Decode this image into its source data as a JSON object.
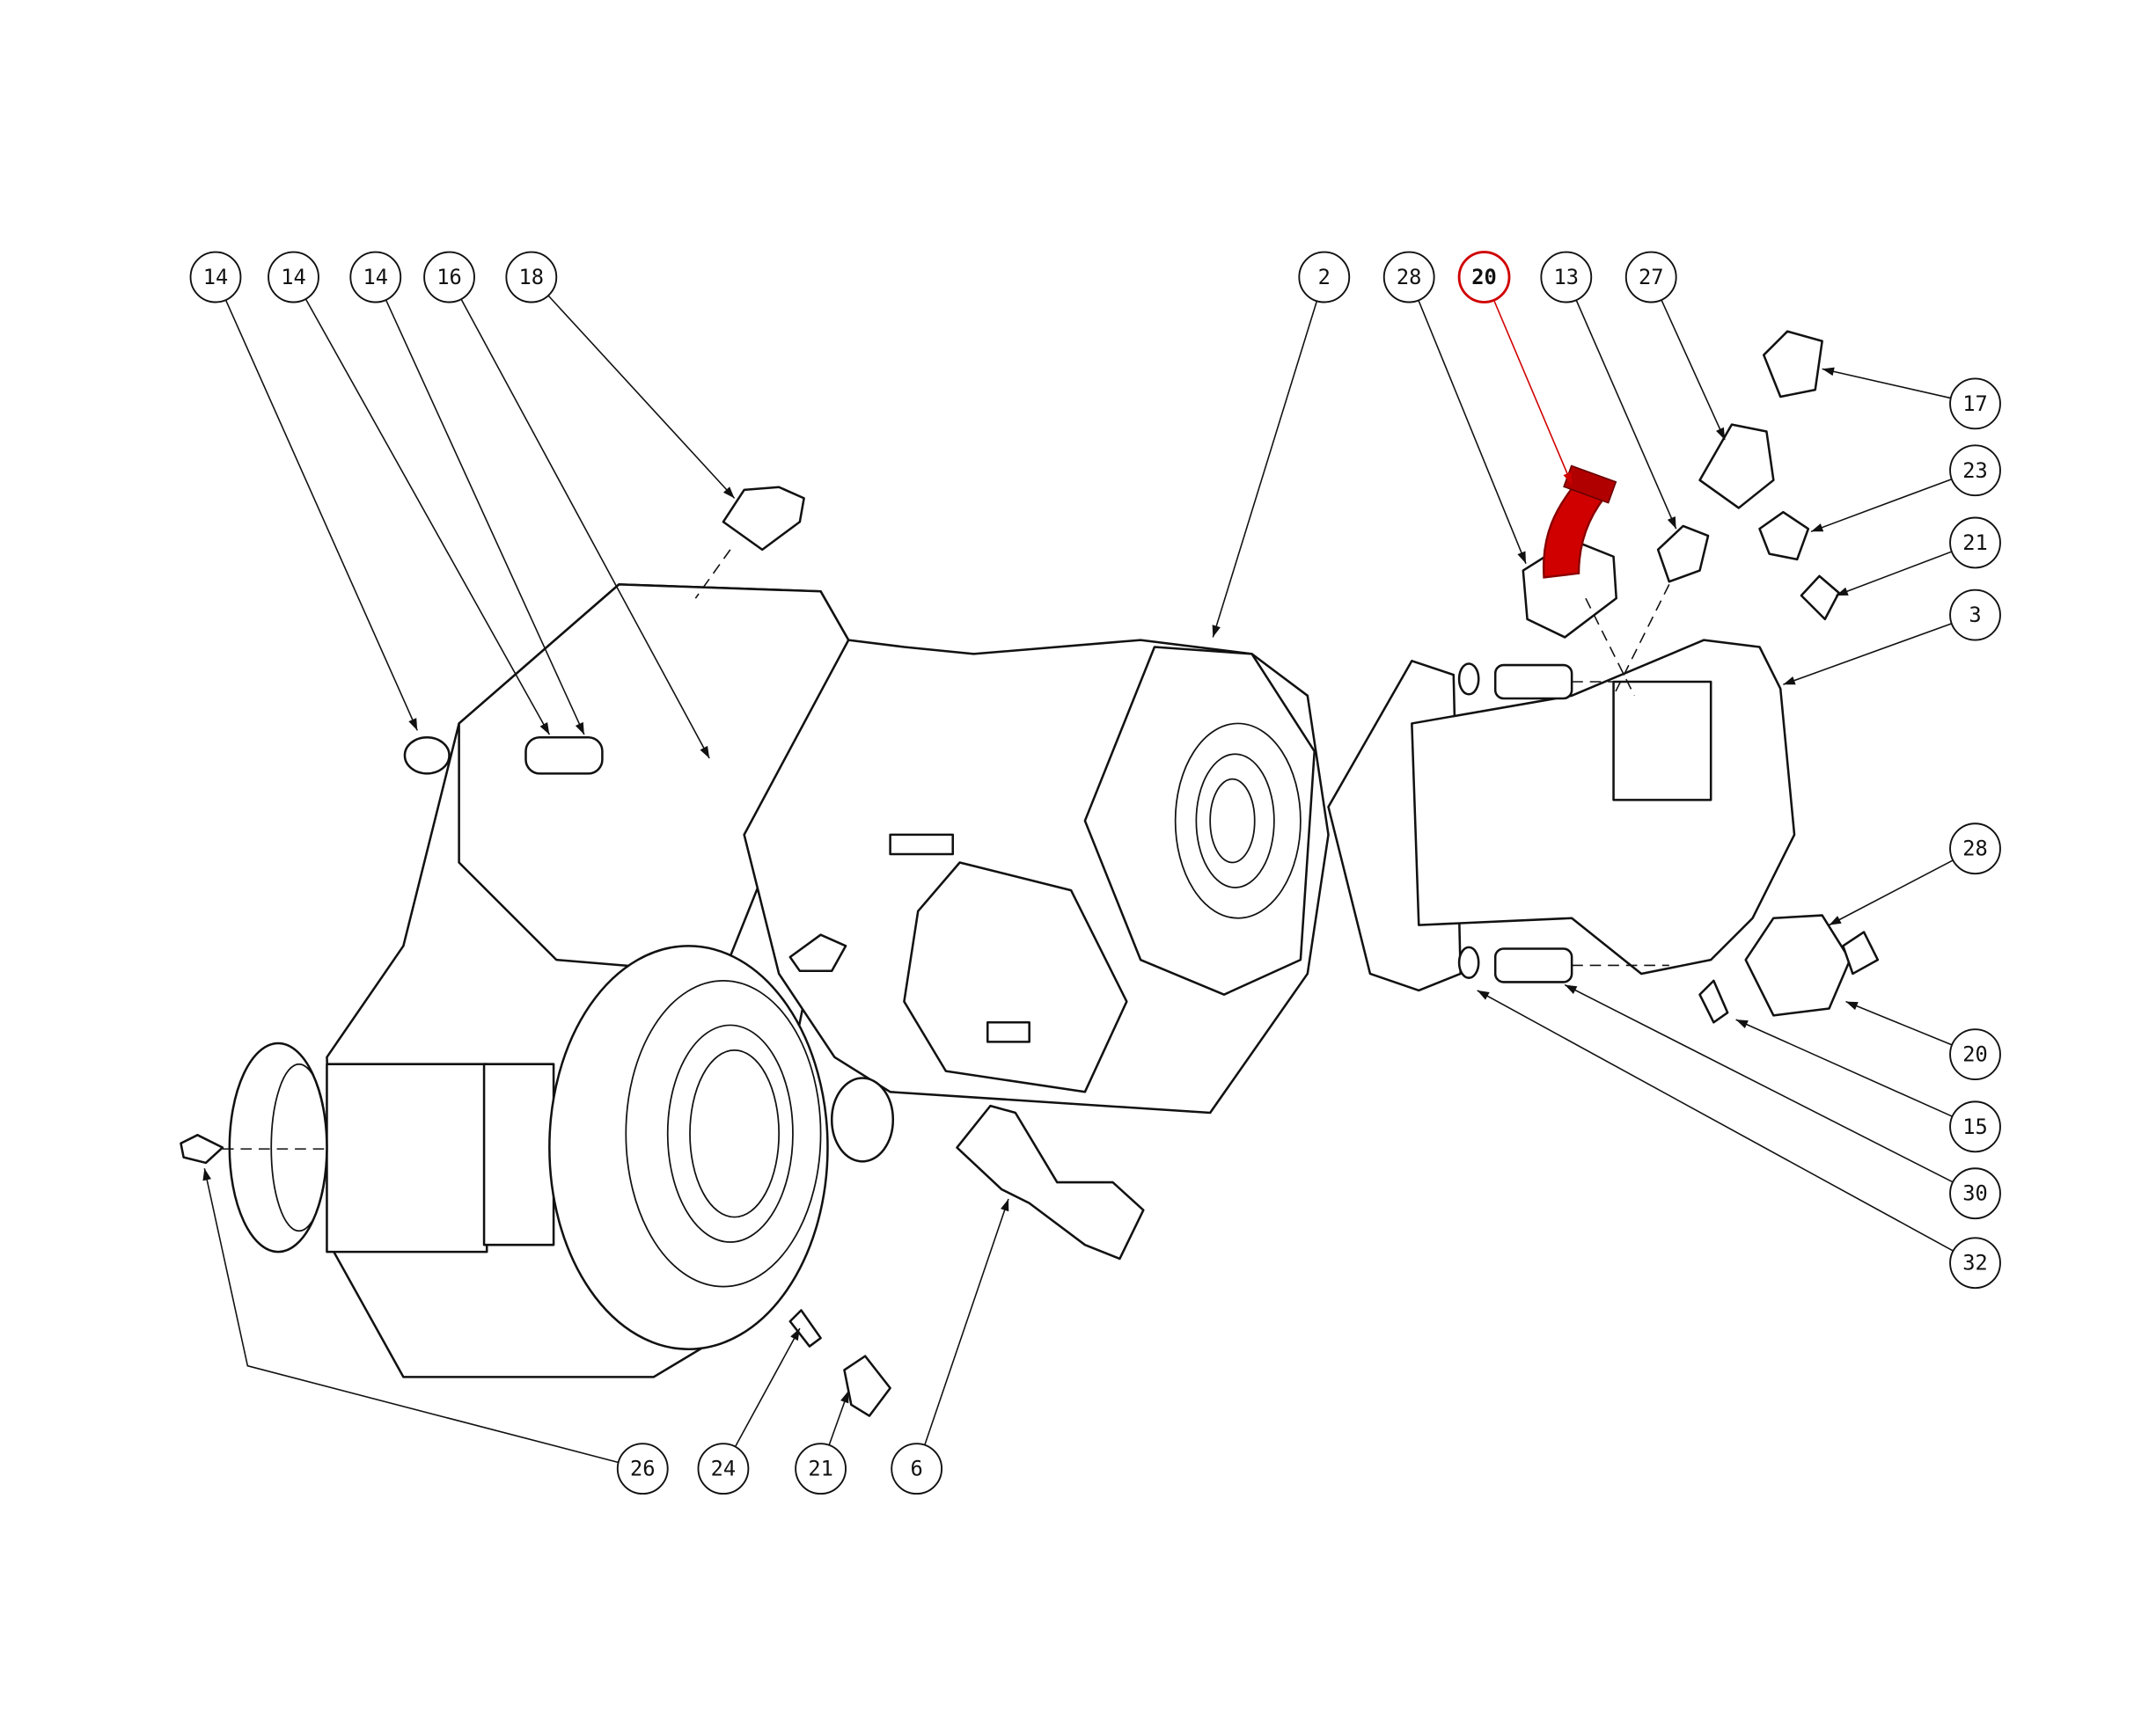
{
  "diagram": {
    "type": "exploded-parts-assembly",
    "highlight_color": "#d00000",
    "highlighted_item": "20",
    "callouts": {
      "top": [
        "14",
        "14",
        "14",
        "16",
        "18",
        "2",
        "28",
        "20",
        "13",
        "27"
      ],
      "right": [
        "17",
        "23",
        "21",
        "3",
        "28",
        "20",
        "15",
        "30",
        "32"
      ],
      "bottom": [
        "26",
        "24",
        "21",
        "6"
      ]
    }
  }
}
